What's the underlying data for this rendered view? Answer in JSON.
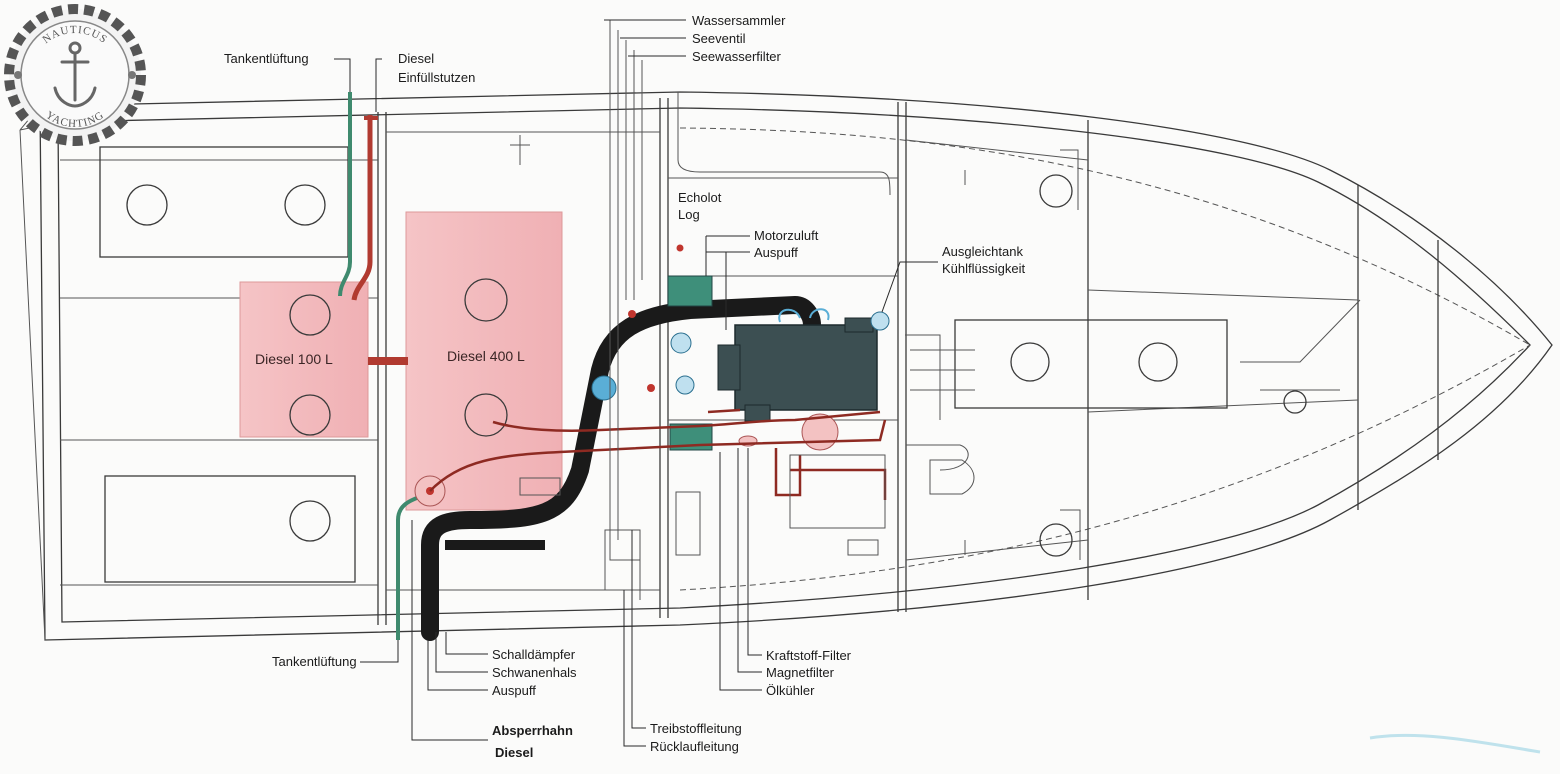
{
  "logo": {
    "top_text": "NAUTICUS",
    "bottom_text": "YACHTING",
    "anchor_icon": "anchor-icon",
    "helm_icon": "ship-wheel-icon"
  },
  "tanks": {
    "small": "Diesel 100 L",
    "large": "Diesel 400 L"
  },
  "labels_top": {
    "tankentlueftung": "Tankentlüftung",
    "diesel_1": "Diesel",
    "diesel_2": "Einfüllstutzen",
    "wassersammler": "Wassersammler",
    "seeventil": "Seeventil",
    "seewasserfilter": "Seewasserfilter"
  },
  "labels_mid": {
    "echolot_1": "Echolot",
    "echolot_2": "Log",
    "motorzuluft": "Motorzuluft",
    "auspuff": "Auspuff",
    "ausgleichtank_1": "Ausgleichtank",
    "ausgleichtank_2": "Kühlflüssigkeit"
  },
  "labels_bottom": {
    "tankentlueftung": "Tankentlüftung",
    "schalldaempfer": "Schalldämpfer",
    "schwanenhals": "Schwanenhals",
    "auspuff": "Auspuff",
    "absperrhahn_1": "Absperrhahn",
    "absperrhahn_2": "Diesel",
    "treibstoffleitung": "Treibstoffleitung",
    "ruecklaufleitung": "Rücklaufleitung",
    "kraftstofffilter": "Kraftstoff-Filter",
    "magnetfilter": "Magnetfilter",
    "oelkuehler": "Ölkühler"
  },
  "colors": {
    "fuel_line": "#8e2a22",
    "vent_line": "#3f8a6e",
    "tank_fill": "#f2b8bb",
    "exhaust": "#1a1a1a",
    "engine": "#3c4f52",
    "cooling_blue": "#5aaed6",
    "green_box": "#3e8f7a"
  }
}
